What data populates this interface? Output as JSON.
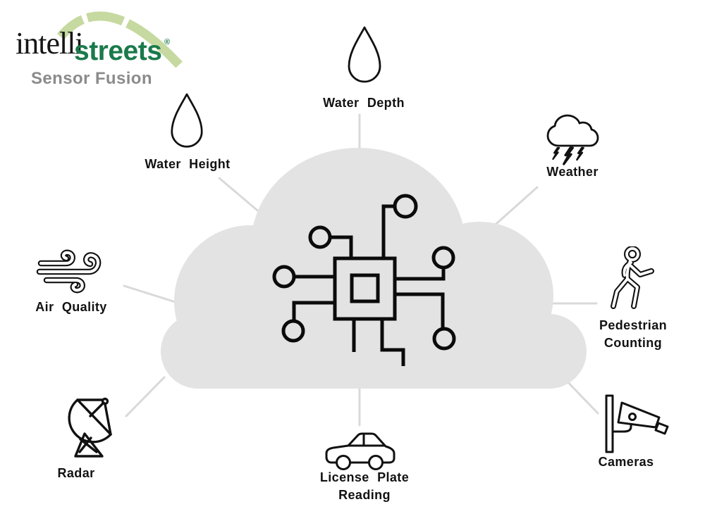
{
  "logo": {
    "part1": "intelli",
    "part2": "streets",
    "registered": "®",
    "subtitle": "Sensor Fusion"
  },
  "center": {
    "description": "cloud with circuit chip",
    "icon": "chip-network-icon"
  },
  "colors": {
    "brand_green_dark": "#1a7a4b",
    "brand_green_light": "#c6d9a0",
    "subtitle_gray": "#8b8b8b",
    "cloud_gray": "#e3e3e3",
    "connector_gray": "#d9d9d9",
    "icon_black": "#111111"
  },
  "sensors": [
    {
      "id": "water-depth",
      "label": "Water Depth",
      "icon": "water-drop-icon"
    },
    {
      "id": "water-height",
      "label": "Water Height",
      "icon": "water-drop-icon"
    },
    {
      "id": "weather",
      "label": "Weather",
      "icon": "storm-cloud-icon"
    },
    {
      "id": "air-quality",
      "label": "Air Quality",
      "icon": "wind-icon"
    },
    {
      "id": "pedestrian-counting",
      "label": "Pedestrian Counting",
      "icon": "walking-person-icon"
    },
    {
      "id": "radar",
      "label": "Radar",
      "icon": "radar-dish-icon"
    },
    {
      "id": "license-plate-reading",
      "label": "License Plate Reading",
      "icon": "car-icon"
    },
    {
      "id": "cameras",
      "label": "Cameras",
      "icon": "security-camera-icon"
    }
  ]
}
